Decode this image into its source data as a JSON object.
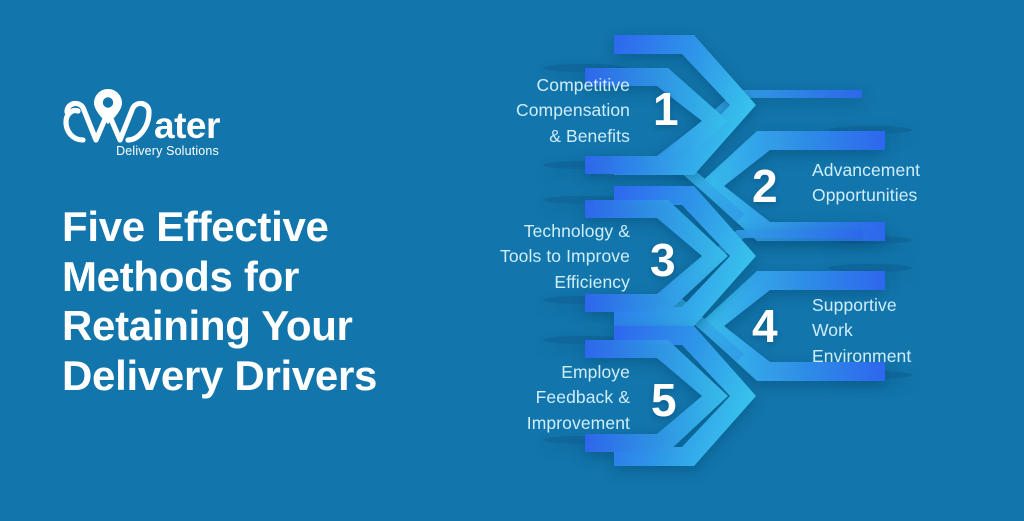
{
  "theme": {
    "background": "#1275ab",
    "gradient_start": "#2f6bee",
    "gradient_mid": "#2f93e8",
    "gradient_end": "#36bdea",
    "label_color": "#cfeefb",
    "number_color": "#ffffff",
    "headline_color": "#ffffff"
  },
  "brand": {
    "name": "Water",
    "tagline": "Delivery Solutions",
    "logo_icon": "location-pin-icon",
    "logo_wordmark_icon": "water-w-wave-icon"
  },
  "headline": {
    "full": "Five Effective Methods for Retaining Your Delivery Drivers",
    "lines": [
      "Five Effective",
      "Methods for",
      "Retaining Your",
      "Delivery Drivers"
    ]
  },
  "diagram": {
    "type": "hexagon-chevron-list",
    "count": 5,
    "items": [
      {
        "number": "1",
        "side": "left",
        "align": "right",
        "label_full": "Competitive Compensation & Benefits",
        "lines": [
          "Competitive",
          "Compensation",
          "& Benefits"
        ]
      },
      {
        "number": "2",
        "side": "right",
        "align": "left",
        "label_full": "Advancement Opportunities",
        "lines": [
          "Advancement",
          "Opportunities"
        ]
      },
      {
        "number": "3",
        "side": "left",
        "align": "right",
        "label_full": "Technology & Tools to Improve Efficiency",
        "lines": [
          "Technology &",
          "Tools to Improve",
          "Efficiency"
        ]
      },
      {
        "number": "4",
        "side": "right",
        "align": "left",
        "label_full": "Supportive Work Environment",
        "lines": [
          "Supportive",
          "Work",
          "Environment"
        ]
      },
      {
        "number": "5",
        "side": "left",
        "align": "right",
        "label_full": "Employe Feedback & Improvement",
        "lines": [
          "Employe",
          "Feedback &",
          "Improvement"
        ]
      }
    ]
  }
}
